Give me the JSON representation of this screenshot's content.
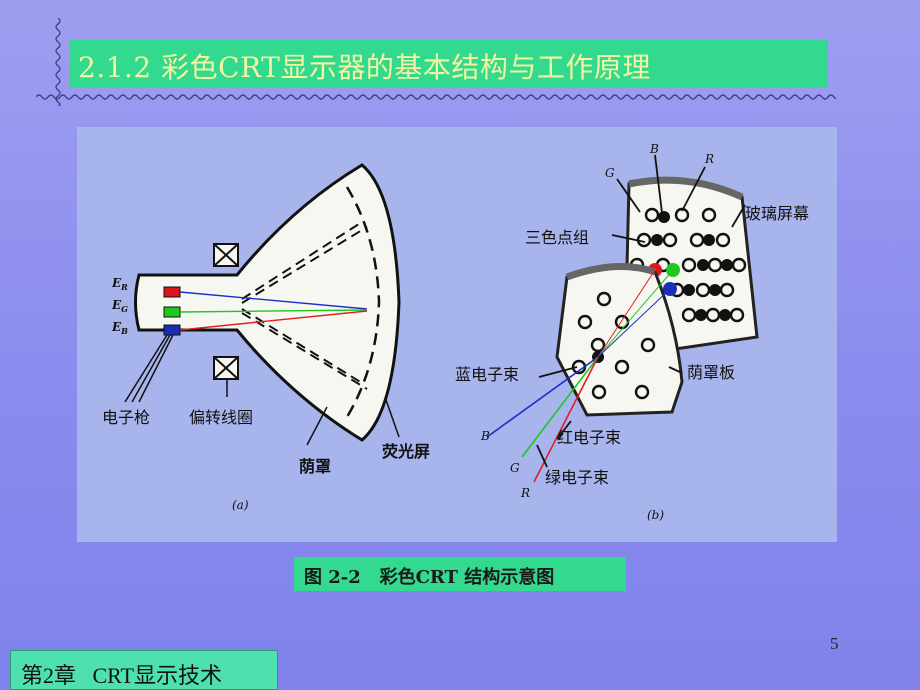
{
  "title": "2.1.2  彩色CRT显示器的基本结构与工作原理",
  "figure": {
    "a": {
      "gun_labels": [
        "E",
        "E",
        "E"
      ],
      "gun_subs": [
        "R",
        "G",
        "B"
      ],
      "label_gun": "电子枪",
      "label_yoke": "偏转线圈",
      "label_mask": "荫罩",
      "label_screen": "荧光屏",
      "panel_label": "(a)"
    },
    "b": {
      "letter_G_top": "G",
      "letter_B_top": "B",
      "letter_R_top": "R",
      "label_triad": "三色点组",
      "label_glass": "玻璃屏幕",
      "label_blue_beam": "蓝电子束",
      "label_mask_plate": "荫罩板",
      "label_red_beam": "红电子束",
      "label_green_beam": "绿电子束",
      "beam_B": "B",
      "beam_G": "G",
      "beam_R": "R",
      "panel_label": "(b)"
    }
  },
  "caption": "图 2-2   彩色CRT 结构示意图",
  "page_number": "5",
  "chapter": "第2章   CRT显示技术",
  "colors": {
    "title_bg": "#33d98e",
    "title_text": "#f4f4a0",
    "background": "#8a8cee",
    "figure_bg": "#a8b5ec",
    "caption_bg": "#33d98e",
    "chapter_bg": "#4fe0b0"
  }
}
